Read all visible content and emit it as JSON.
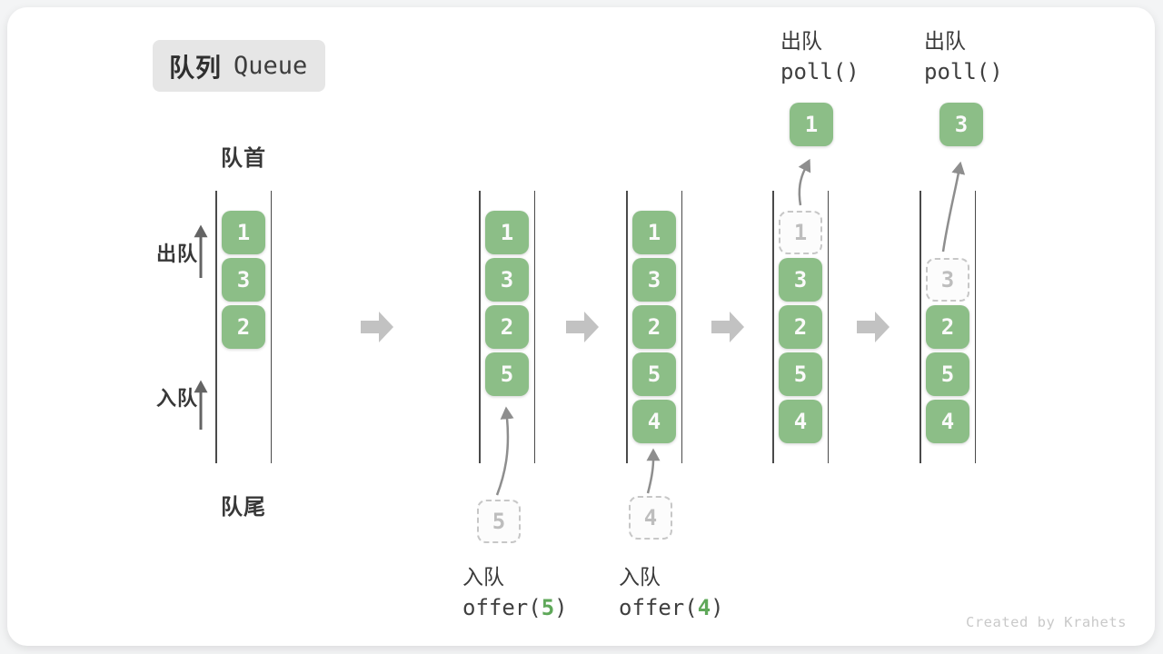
{
  "badge": {
    "zh": "队列",
    "en": "Queue"
  },
  "labels": {
    "front": "队首",
    "rear": "队尾",
    "dequeue_side": "出队",
    "enqueue_side": "入队"
  },
  "ops": {
    "enqueue5": {
      "label": "入队",
      "fn_open": "offer(",
      "arg": "5",
      "fn_close": ")"
    },
    "enqueue4": {
      "label": "入队",
      "fn_open": "offer(",
      "arg": "4",
      "fn_close": ")"
    },
    "dequeue1": {
      "label": "出队",
      "fn": "poll()"
    },
    "dequeue2": {
      "label": "出队",
      "fn": "poll()"
    }
  },
  "states": [
    {
      "cells": [
        "1",
        "3",
        "2"
      ]
    },
    {
      "cells": [
        "1",
        "3",
        "2",
        "5"
      ],
      "pending": "5"
    },
    {
      "cells": [
        "1",
        "3",
        "2",
        "5",
        "4"
      ],
      "pending": "4"
    },
    {
      "ghost": "1",
      "cells": [
        "3",
        "2",
        "5",
        "4"
      ],
      "output": "1"
    },
    {
      "ghost": "3",
      "cells": [
        "2",
        "5",
        "4"
      ],
      "output": "3"
    }
  ],
  "credit": "Created by Krahets",
  "colors": {
    "item_green": "#8CBE87",
    "code_arg_green": "#5FA85A",
    "ghost_gray": "#BDBDBD",
    "wall_gray": "#4A4A4A",
    "step_arrow_gray": "#C2C2C2",
    "badge_bg": "#E6E6E6"
  }
}
